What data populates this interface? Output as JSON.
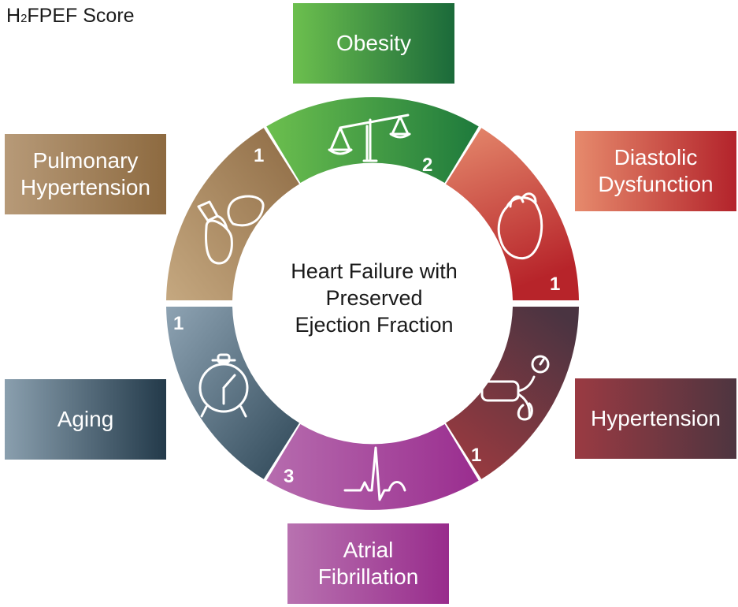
{
  "title": {
    "main": "H",
    "sub": "2",
    "rest": "FPEF Score"
  },
  "center": {
    "line1": "Heart Failure with",
    "line2": "Preserved",
    "line3": "Ejection Fraction"
  },
  "factors": {
    "obesity": {
      "label1": "Obesity",
      "label2": "",
      "score": "2",
      "icon": "scale-icon",
      "color_start": "#6cbf4e",
      "color_end": "#1b6a3a"
    },
    "diastolic": {
      "label1": "Diastolic",
      "label2": "Dysfunction",
      "score": "1",
      "icon": "heart-icon",
      "color_start": "#e68a6c",
      "color_end": "#b3232b"
    },
    "hypertension": {
      "label1": "Hypertension",
      "label2": "",
      "score": "1",
      "icon": "blood-pressure-cuff-icon",
      "color_start": "#9a3a42",
      "color_end": "#4e3540"
    },
    "atrial": {
      "label1": "Atrial",
      "label2": "Fibrillation",
      "score": "3",
      "icon": "ecg-icon",
      "color_start": "#b872b0",
      "color_end": "#982c8c"
    },
    "aging": {
      "label1": "Aging",
      "label2": "",
      "score": "1",
      "icon": "alarm-clock-icon",
      "color_start": "#8a9fae",
      "color_end": "#233a4a"
    },
    "pulmonary": {
      "label1": "Pulmonary",
      "label2": "Hypertension",
      "score": "1",
      "icon": "lungs-icon",
      "color_start": "#b79a78",
      "color_end": "#8d6a40"
    }
  }
}
